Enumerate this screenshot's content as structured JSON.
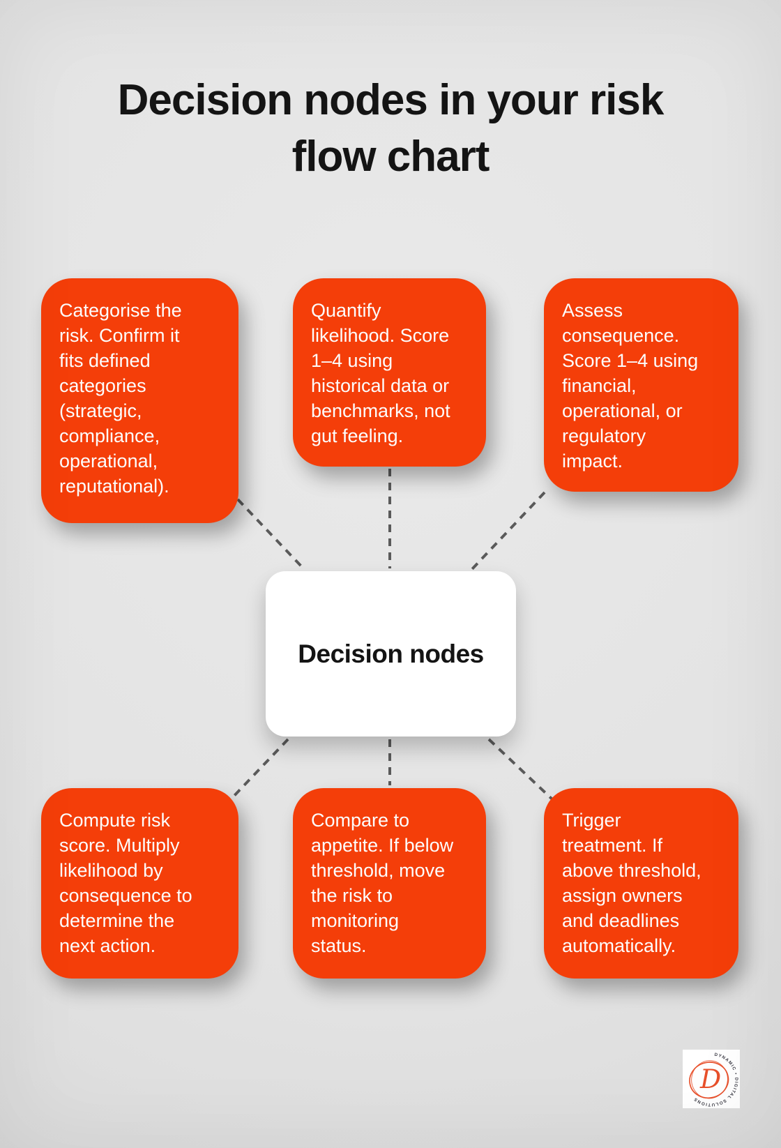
{
  "page": {
    "title": "Decision nodes in your risk flow chart"
  },
  "center_node": {
    "label": "Decision nodes"
  },
  "nodes": [
    {
      "id": "categorise-risk",
      "lines": [
        "Categorise the",
        "risk. Confirm it",
        "fits defined",
        "categories",
        "(strategic,",
        "compliance,",
        "operational,",
        "reputational)."
      ]
    },
    {
      "id": "quantify-likelihood",
      "lines": [
        "Quantify",
        "likelihood. Score",
        "1–4 using",
        "historical data or",
        "benchmarks, not",
        "gut feeling."
      ]
    },
    {
      "id": "assess-consequence",
      "lines": [
        "Assess",
        "consequence.",
        "Score 1–4 using",
        "financial,",
        "operational, or",
        "regulatory",
        "impact."
      ]
    },
    {
      "id": "compute-risk-score",
      "lines": [
        "Compute risk",
        "score. Multiply",
        "likelihood by",
        "consequence to",
        "determine the",
        "next action."
      ]
    },
    {
      "id": "compare-to-appetite",
      "lines": [
        "Compare to",
        "appetite. If below",
        "threshold, move",
        "the risk to",
        "monitoring",
        "status."
      ]
    },
    {
      "id": "trigger-treatment",
      "lines": [
        "Trigger",
        "treatment. If",
        "above threshold,",
        "assign owners",
        "and deadlines",
        "automatically."
      ]
    }
  ],
  "logo": {
    "monogram": "D",
    "arc_text": "DYNAMIC • DIGITAL SOLUTIONS"
  },
  "colors": {
    "background": "#E3E3E3",
    "node_orange": "#F43E09",
    "node_text": "#FDFDFD",
    "center_bg": "#FFFFFF",
    "center_text": "#141414",
    "title_text": "#141414",
    "connector": "#5A5A5A",
    "logo_orange": "#E8502B",
    "logo_text": "#3A3A44"
  }
}
